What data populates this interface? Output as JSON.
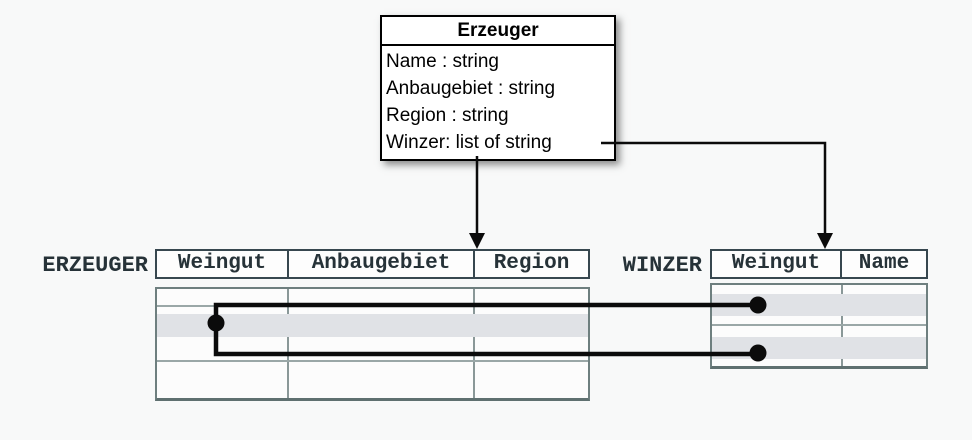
{
  "colors": {
    "background": "#f8f9f9",
    "class_box_border": "#000000",
    "class_box_fill": "#ffffff",
    "table_header_border": "#37474f",
    "table_body_border": "#6e7f7f",
    "grid_line": "#8a9898",
    "highlight_band": "#e0e2e6",
    "connector_line": "#0b0b0b",
    "label_text": "#263238"
  },
  "class_box": {
    "title": "Erzeuger",
    "attributes": [
      "Name : string",
      "Anbaugebiet : string",
      "Region : string",
      "Winzer: list of string"
    ]
  },
  "erzeuger_table": {
    "label": "ERZEUGER",
    "columns": [
      "Weingut",
      "Anbaugebiet",
      "Region"
    ]
  },
  "winzer_table": {
    "label": "WINZER",
    "columns": [
      "Weingut",
      "Name"
    ]
  }
}
